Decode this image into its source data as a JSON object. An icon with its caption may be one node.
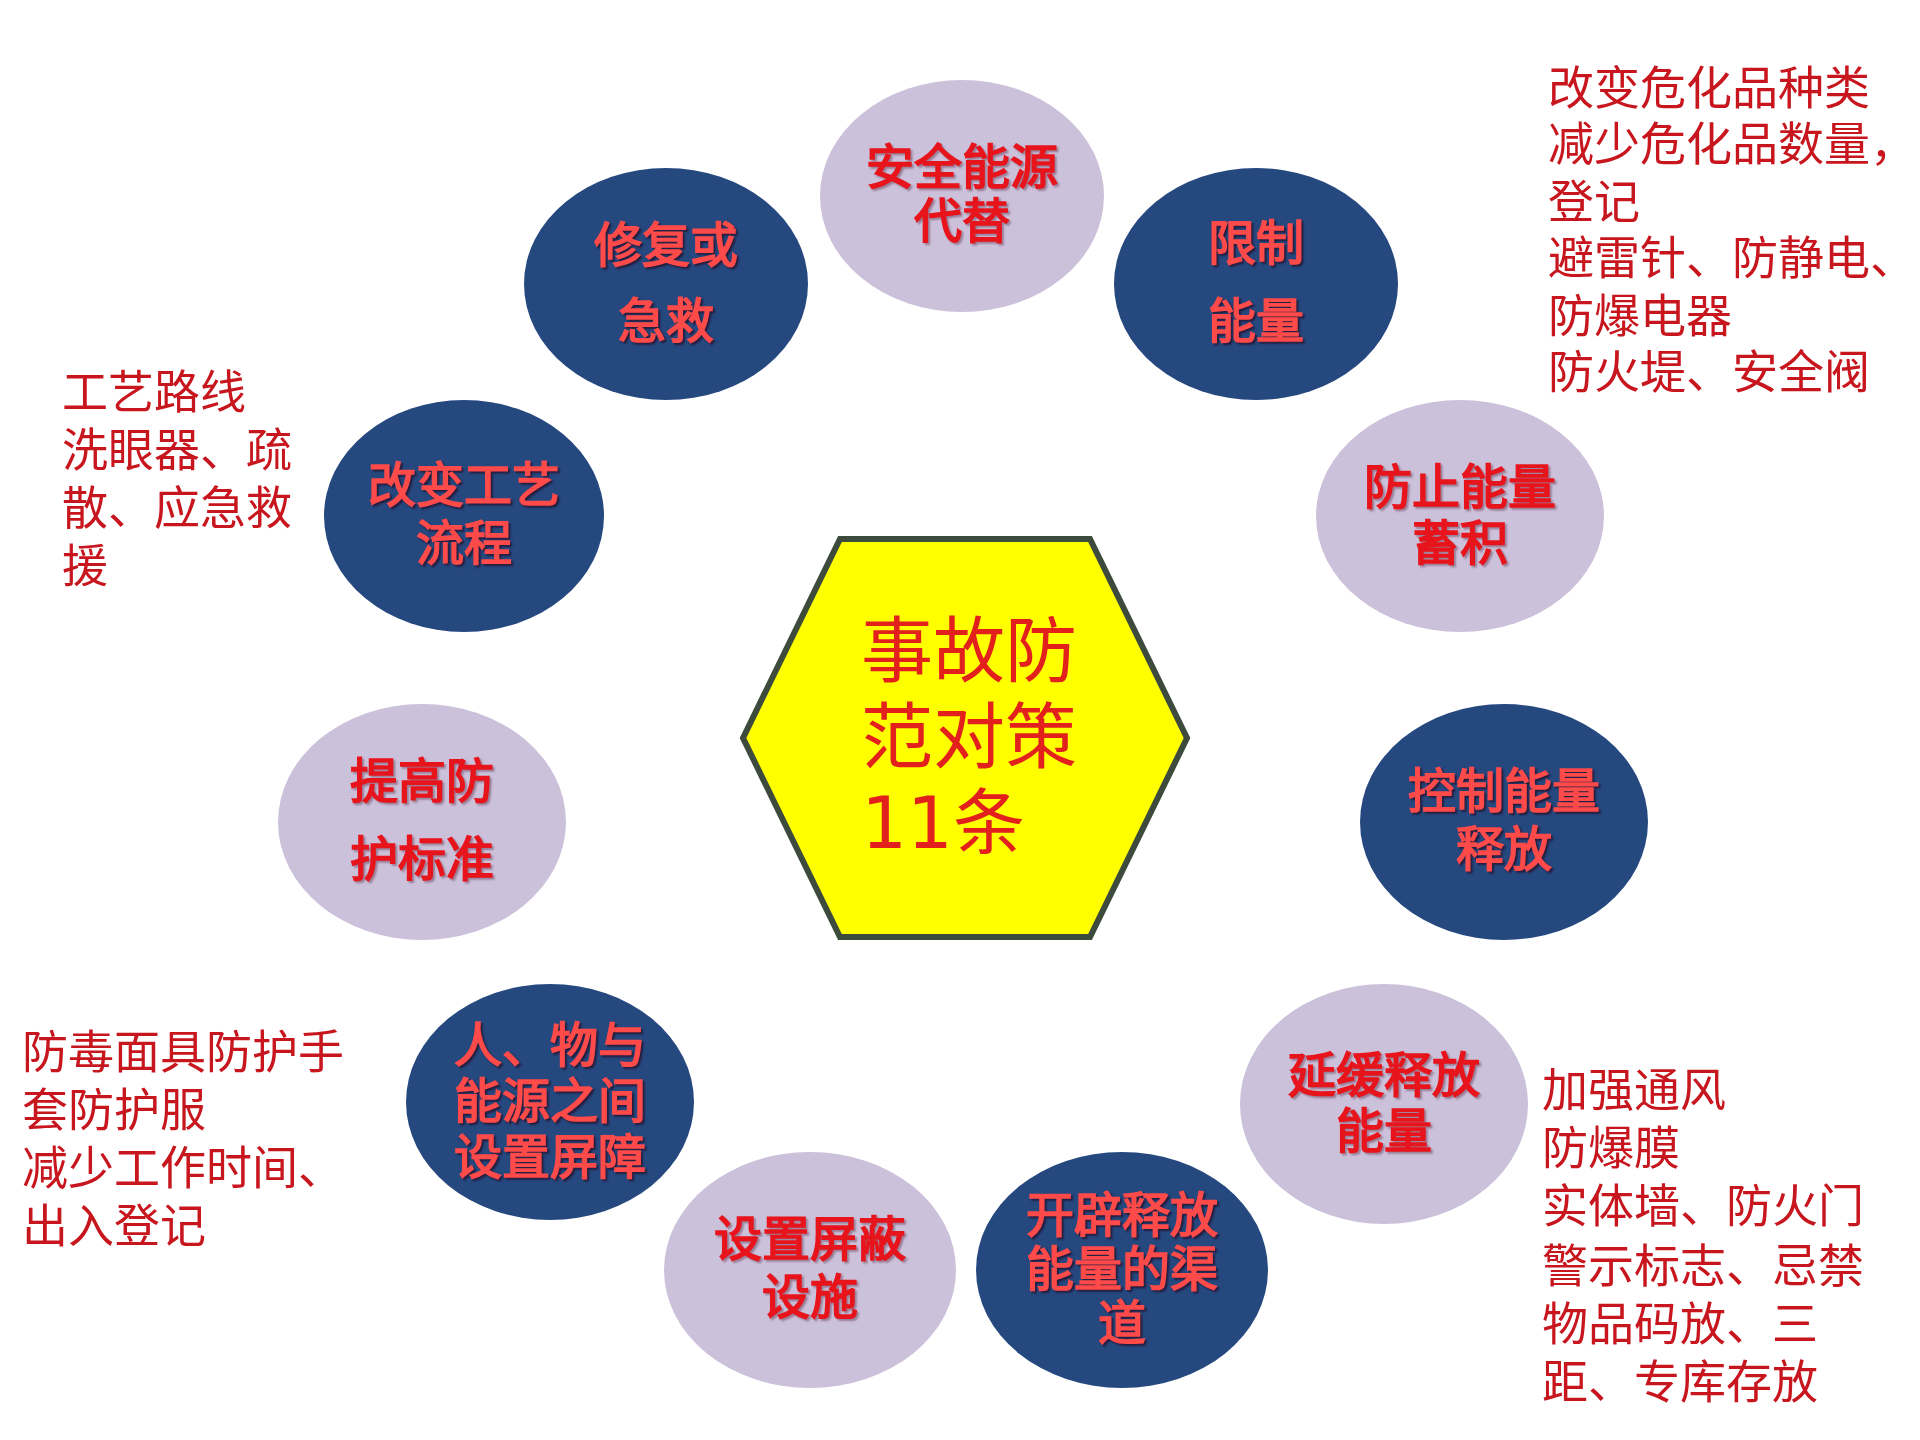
{
  "diagram": {
    "nodes": [
      {
        "text": [
          "事故防范对策11条"
        ]
      },
      {
        "text": [
          "安全能源代替"
        ]
      },
      {
        "text": [
          "限制能量"
        ],
        "beside": [
          "改变危化品种类",
          "减少危化品数量，登记",
          "避雷针、防静电、防爆电器",
          "防火堤、安全阀"
        ]
      },
      {
        "text": [
          "防止能量蓄积"
        ]
      },
      {
        "text": [
          "控制能量释放"
        ]
      },
      {
        "text": [
          "延缓释放能量"
        ],
        "beside": [
          "加强通风",
          "防爆膜",
          "实体墙、防火门",
          "警示标志、忌禁物品码放、三距、专库存放"
        ]
      },
      {
        "text": [
          "开辟释放能量的渠道"
        ]
      },
      {
        "text": [
          "设置屏蔽设施"
        ]
      },
      {
        "text": [
          "人、物与能源之间设置屏障"
        ],
        "beside": [
          "防毒面具防护手套防护服",
          "减少工作时间、出入登记"
        ]
      },
      {
        "text": [
          "提高防护标准"
        ]
      },
      {
        "text": [
          "改变工艺流程"
        ],
        "beside": [
          "工艺路线",
          "洗眼器、疏散、应急救援"
        ]
      },
      {
        "text": [
          "修复或急救"
        ]
      }
    ]
  }
}
